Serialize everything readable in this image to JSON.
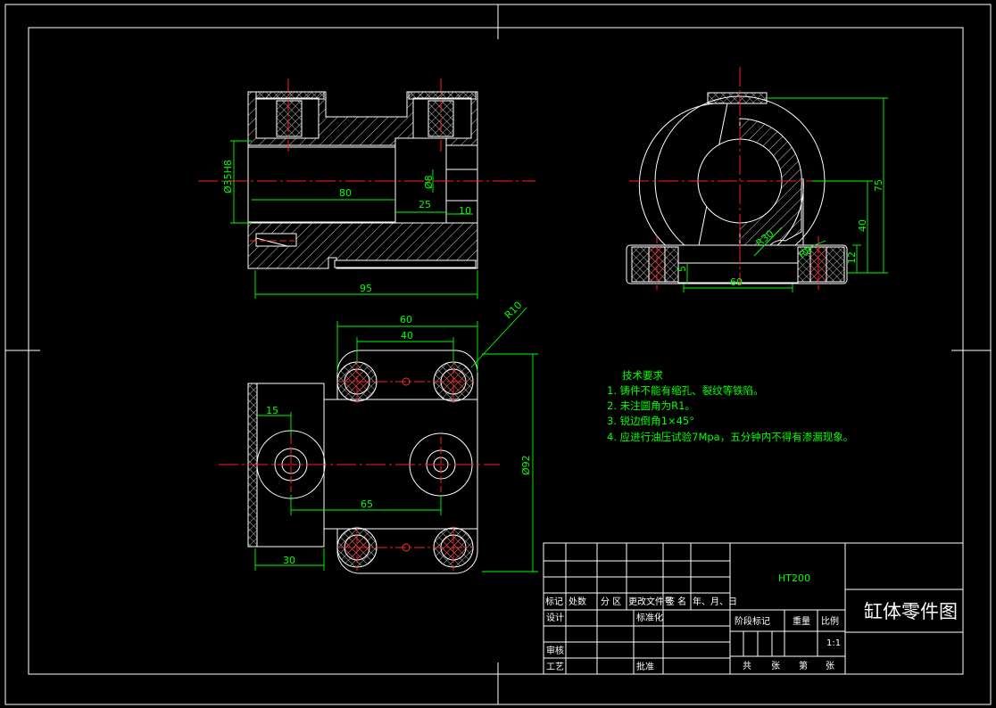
{
  "drawing": {
    "title": "缸体零件图",
    "material": "HT200",
    "scale": "1:1"
  },
  "dimensions": {
    "front_bore": "Ø35H8",
    "front_len_80": "80",
    "front_len_25": "25",
    "front_len_10": "10",
    "front_phi8": "Ø8",
    "front_len_95": "95",
    "side_r30": "R30",
    "side_r8": "R8",
    "side_h5": "5",
    "side_w60": "60",
    "side_h12": "12",
    "side_h40": "40",
    "side_h75": "75",
    "top_r10": "R10",
    "top_w60": "60",
    "top_w40": "40",
    "top_w15": "15",
    "top_w65": "65",
    "top_w30": "30",
    "top_h92": "Ø92"
  },
  "notes": {
    "heading": "技术要求",
    "items": [
      "1. 铸件不能有缩孔、裂纹等铁陷。",
      "2. 未注圆角为R1。",
      "3. 锐边倒角1×45°",
      "4. 应进行油压试验7Mpa，五分钟内不得有渗漏现象。"
    ]
  },
  "title_block": {
    "rev_headers": [
      "标记",
      "处数",
      "分 区",
      "更改文件号",
      "签 名",
      "年、月、日"
    ],
    "design": "设计",
    "standard": "标准化",
    "stage_mark": "阶段标记",
    "weight": "重量",
    "ratio": "比例",
    "check": "审核",
    "process": "工艺",
    "approve": "批准",
    "total": "共",
    "sheets": "张",
    "sheet_no": "第",
    "sheet": "张"
  },
  "colors": {
    "background": "#000000",
    "outline": "#ffffff",
    "hatch": "#ffffff",
    "dimension": "#00ff00",
    "centerline": "#ff0000"
  }
}
